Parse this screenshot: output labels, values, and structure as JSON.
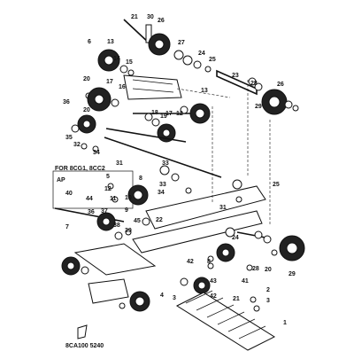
{
  "diagram": {
    "note": "FOR 8CG1, 8CC2",
    "ap_label": "AP",
    "code": "8CA100 5240",
    "callouts": [
      "21",
      "30",
      "26",
      "27",
      "24",
      "25",
      "6",
      "13",
      "14",
      "15",
      "23",
      "20",
      "17",
      "16",
      "13",
      "18",
      "19",
      "28",
      "26",
      "36",
      "20",
      "17",
      "12",
      "29",
      "35",
      "32",
      "34",
      "31",
      "33",
      "5",
      "8",
      "12",
      "10",
      "11",
      "9",
      "7",
      "37",
      "38",
      "39",
      "40",
      "44",
      "36",
      "45",
      "22",
      "42",
      "4",
      "3",
      "43",
      "42",
      "41",
      "2",
      "3",
      "1",
      "24",
      "25",
      "28",
      "8",
      "20",
      "29",
      "21",
      "33",
      "34",
      "31"
    ]
  }
}
